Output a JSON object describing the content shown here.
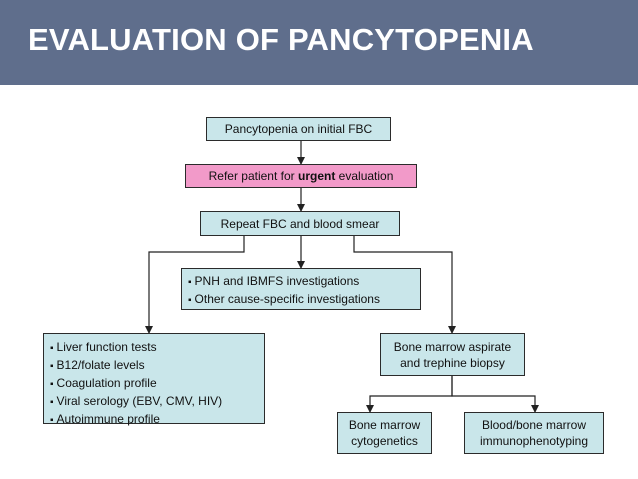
{
  "title": "EVALUATION OF PANCYTOPENIA",
  "nodes": {
    "start": "Pancytopenia on initial FBC",
    "refer": {
      "before": "Refer patient for ",
      "emphasis": "urgent",
      "after": " evaluation"
    },
    "repeat": "Repeat FBC and blood smear",
    "middle_items": [
      "PNH and IBMFS investigations",
      "Other cause-specific investigations"
    ],
    "left_items": [
      "Liver function tests",
      "B12/folate levels",
      "Coagulation profile",
      "Viral serology (EBV, CMV, HIV)",
      "Autoimmune profile"
    ],
    "bone_marrow": {
      "line1": "Bone marrow aspirate",
      "line2": "and trephine biopsy"
    },
    "cytogenetics": {
      "line1": "Bone marrow",
      "line2": "cytogenetics"
    },
    "immuno": {
      "line1": "Blood/bone marrow",
      "line2": "immunophenotyping"
    }
  },
  "colors": {
    "header": "#5f6e8c",
    "box_blue": "#c9e6ea",
    "box_pink": "#f29ac9"
  }
}
